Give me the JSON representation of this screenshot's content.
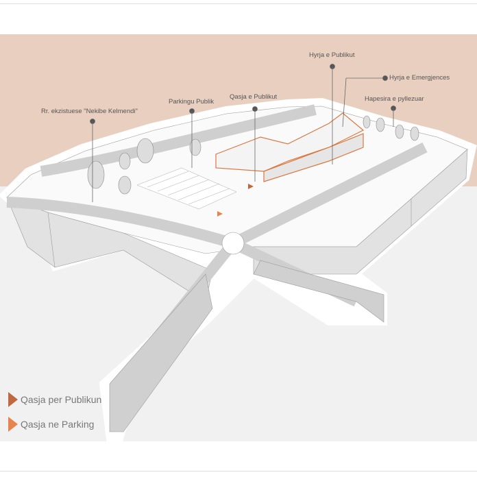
{
  "labels": {
    "hyrja_publikut": "Hyrja e Publikut",
    "hyrja_emergjences": "Hyrja e Emergjences",
    "hapesira": "Hapesira e pyllezuar",
    "qasja_publikut": "Qasja e Publikut",
    "parkingu": "Parkingu Publik",
    "rruga": "Rr. ekzistuese \"Nekibe Kelmendi\""
  },
  "legend": [
    {
      "label": "Qasja per Publikun",
      "color": "#c0683f"
    },
    {
      "label": "Qasja ne Parking",
      "color": "#e8834f"
    }
  ],
  "colors": {
    "peach": "#e9cfc0",
    "ground": "#f1f1f1",
    "building_outline": "#d9773f",
    "road": "#cfcfcf"
  }
}
